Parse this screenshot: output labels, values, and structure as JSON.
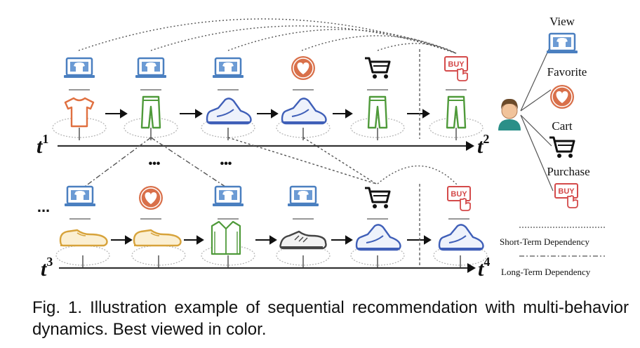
{
  "figure": {
    "time_labels": {
      "t1": {
        "base": "t",
        "sup": "1"
      },
      "t2": {
        "base": "t",
        "sup": "2"
      },
      "t3": {
        "base": "t",
        "sup": "3"
      },
      "t4": {
        "base": "t",
        "sup": "4"
      }
    },
    "ellipsis": "...",
    "ellipsis_dots": "•••",
    "buy_text": "BUY",
    "legend": {
      "view": "View",
      "favorite": "Favorite",
      "cart": "Cart",
      "purchase": "Purchase",
      "short_term": "Short-Term Dependency",
      "long_term": "Long-Term Dependency"
    }
  },
  "caption": {
    "label": "Fig. 1.",
    "text": "Illustration example of sequential recommendation with multi-behavior dynamics. Best viewed in color."
  },
  "colors": {
    "view_blue": "#4a7fc0",
    "favorite_orange": "#d9704a",
    "buy_red": "#d44a4a",
    "pants_green": "#4f9a3a",
    "shoe_gold": "#d7a33b",
    "shirt_orange": "#e07040",
    "sneaker_blue": "#3f5fb8",
    "text": "#111111"
  }
}
